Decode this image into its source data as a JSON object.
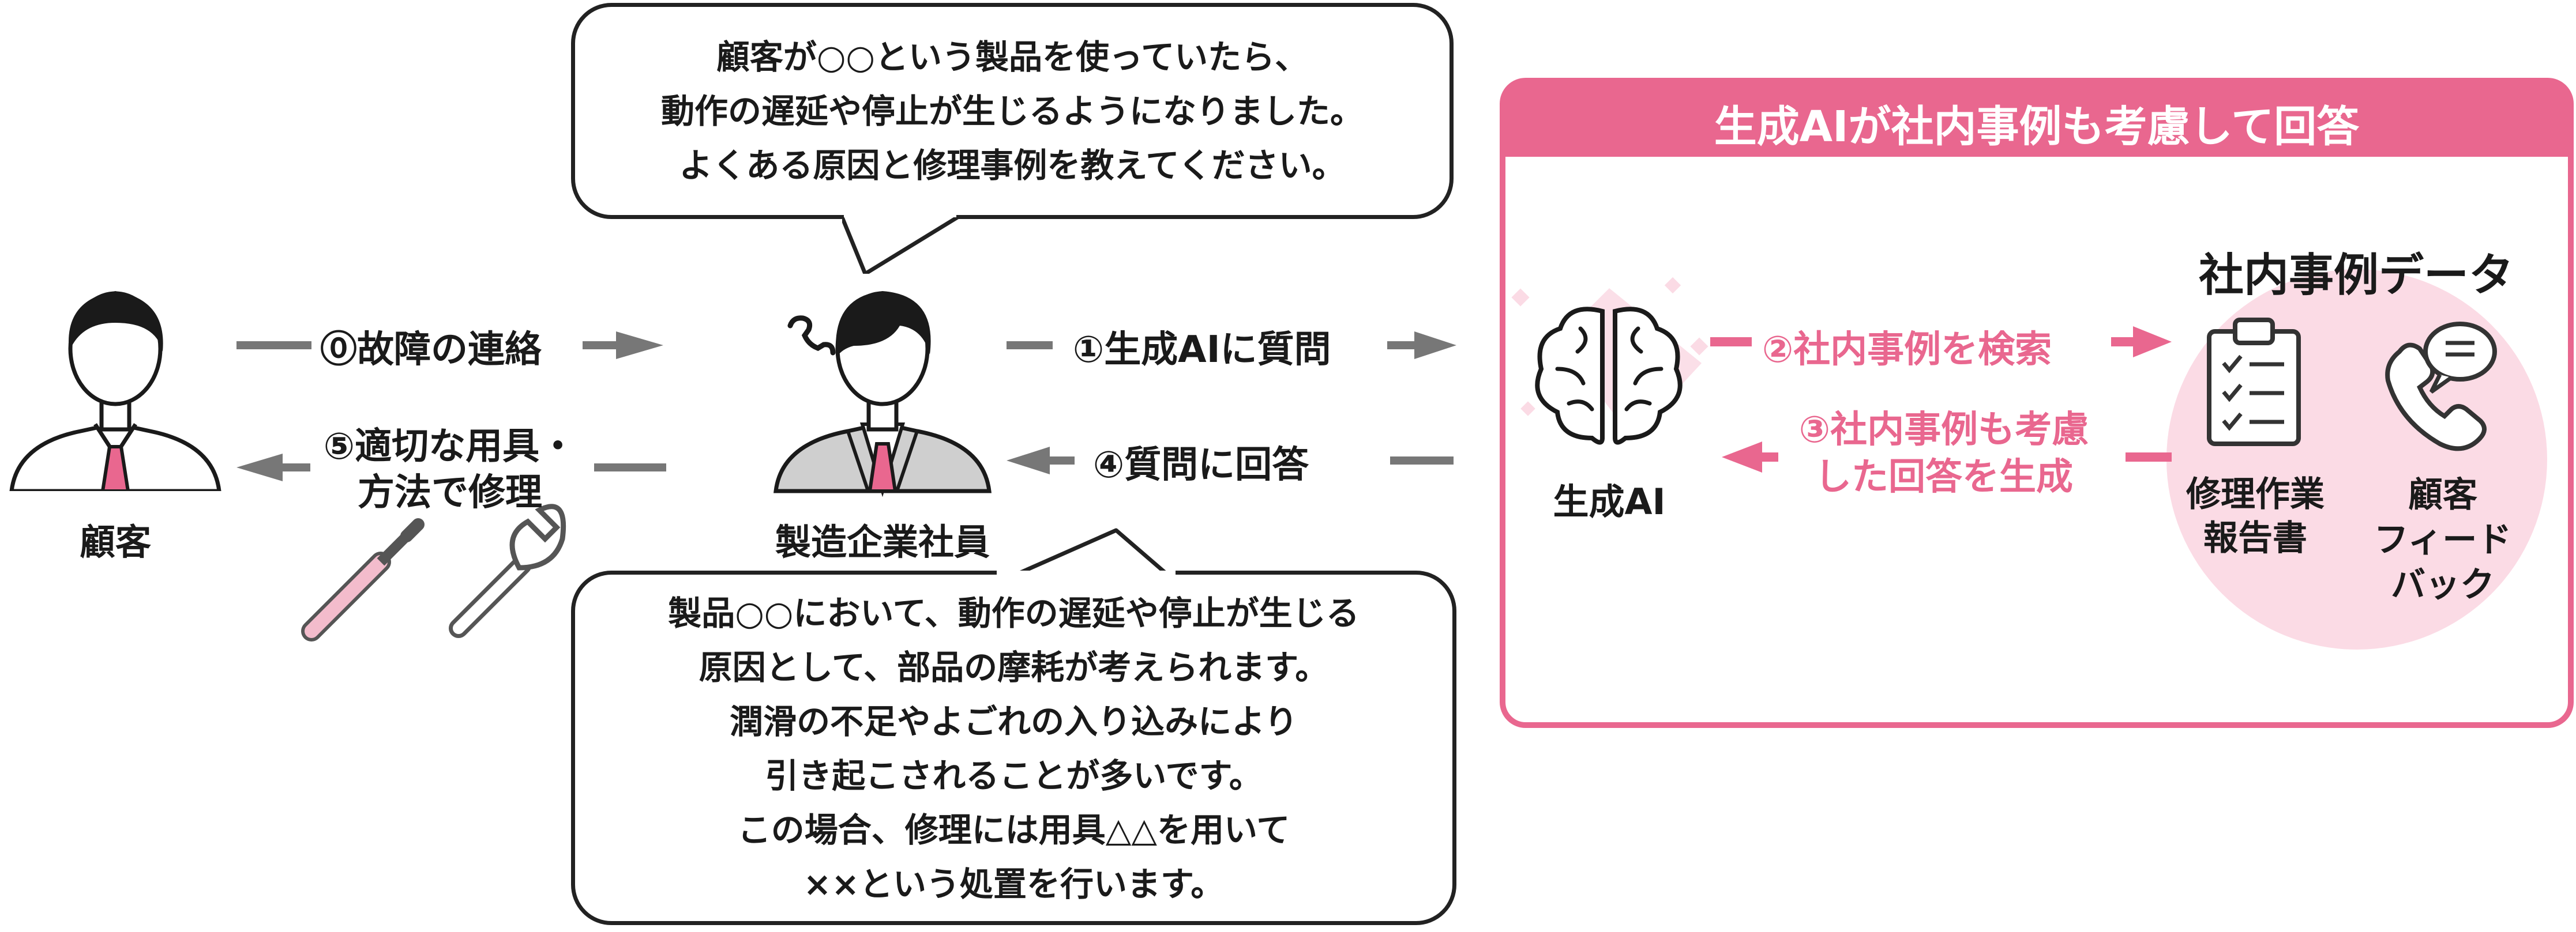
{
  "people": {
    "customer": "顧客",
    "employee": "製造企業社員"
  },
  "steps": {
    "s0": "⓪故障の連絡",
    "s1": "①生成AIに質問",
    "s2": "②社内事例を検索",
    "s3": [
      "③社内事例も考慮",
      "した回答を生成"
    ],
    "s4": "④質問に回答",
    "s5": [
      "⑤適切な用具・",
      "方法で修理"
    ]
  },
  "bubbles": {
    "question": [
      "顧客が○○という製品を使っていたら、",
      "動作の遅延や停止が生じるようになりました。",
      "よくある原因と修理事例を教えてください。"
    ],
    "answer": [
      "製品○○において、動作の遅延や停止が生じる",
      "原因として、部品の摩耗が考えられます。",
      "潤滑の不足やよごれの入り込みにより",
      "引き起こされることが多いです。",
      "この場合、修理には用具△△を用いて",
      "××という処置を行います。"
    ]
  },
  "panel": {
    "title": "生成AIが社内事例も考慮して回答",
    "ai_label": "生成AI",
    "data_title": "社内事例データ",
    "repair_report": [
      "修理作業",
      "報告書"
    ],
    "feedback": [
      "顧客",
      "フィード",
      "バック"
    ]
  },
  "colors": {
    "accent_pink": "#e9678f",
    "light_pink": "#fbdbe5",
    "gray_arrow": "#777777",
    "dark": "#1a1a1a"
  }
}
